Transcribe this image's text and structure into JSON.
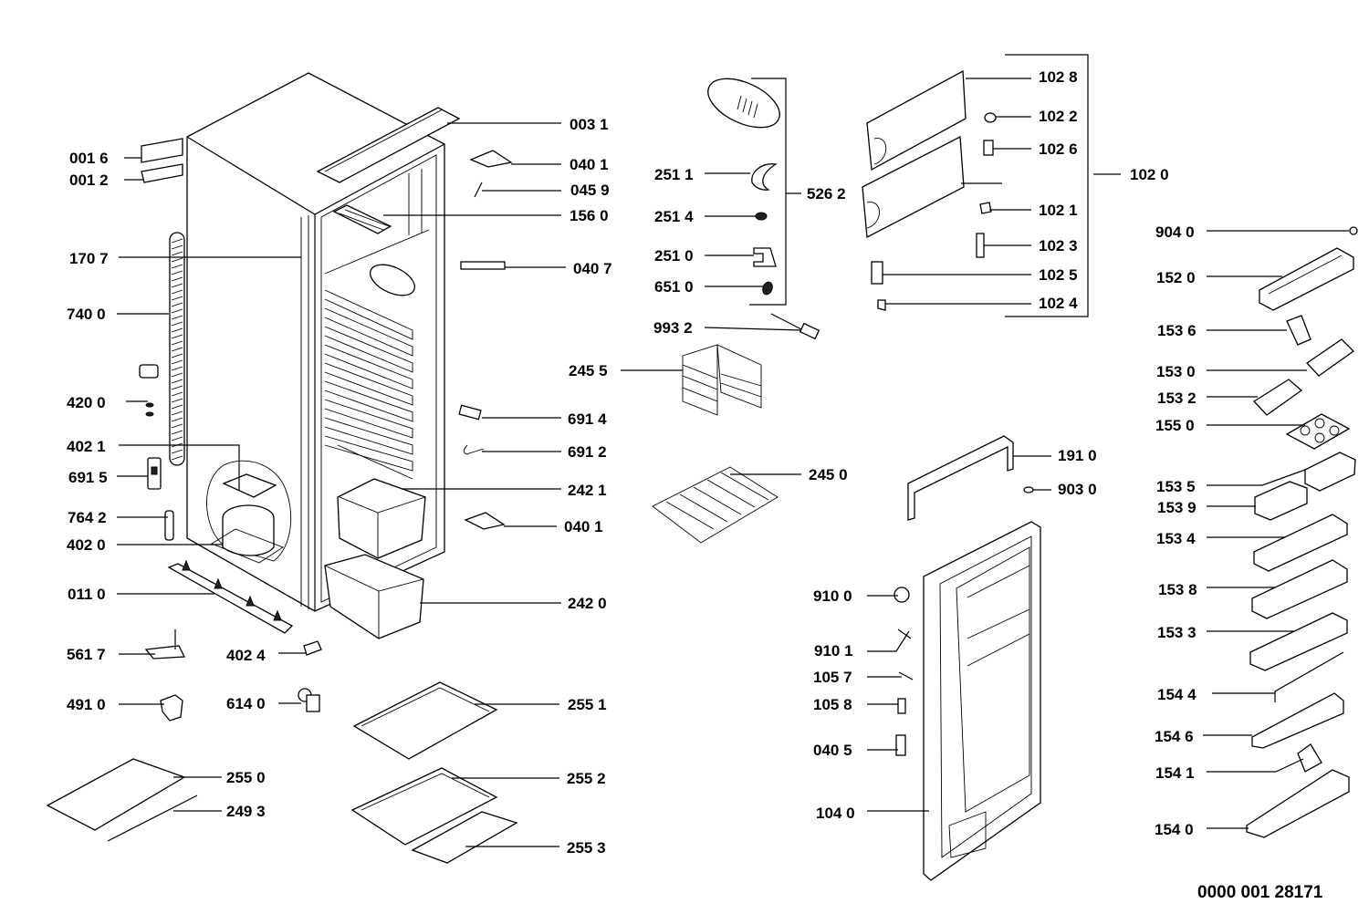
{
  "diagram": {
    "type": "exploded-parts-diagram",
    "subject": "refrigerator",
    "document_number": "0000 001 28171",
    "colors": {
      "ink": "#000000",
      "background": "#ffffff"
    },
    "callouts": [
      {
        "id": "c0016",
        "label": "001 6"
      },
      {
        "id": "c0012",
        "label": "001 2"
      },
      {
        "id": "c1707",
        "label": "170 7"
      },
      {
        "id": "c7400",
        "label": "740 0"
      },
      {
        "id": "c4200",
        "label": "420 0"
      },
      {
        "id": "c4021",
        "label": "402 1"
      },
      {
        "id": "c6915",
        "label": "691 5"
      },
      {
        "id": "c7642",
        "label": "764 2"
      },
      {
        "id": "c4020",
        "label": "402 0"
      },
      {
        "id": "c0110",
        "label": "011 0"
      },
      {
        "id": "c5617",
        "label": "561 7"
      },
      {
        "id": "c4024",
        "label": "402 4"
      },
      {
        "id": "c4910",
        "label": "491 0"
      },
      {
        "id": "c6140",
        "label": "614 0"
      },
      {
        "id": "c2550",
        "label": "255 0"
      },
      {
        "id": "c2493",
        "label": "249 3"
      },
      {
        "id": "c0031",
        "label": "003 1"
      },
      {
        "id": "c0401a",
        "label": "040 1"
      },
      {
        "id": "c0459",
        "label": "045 9"
      },
      {
        "id": "c1560",
        "label": "156 0"
      },
      {
        "id": "c0407",
        "label": "040 7"
      },
      {
        "id": "c2455",
        "label": "245 5"
      },
      {
        "id": "c6914",
        "label": "691 4"
      },
      {
        "id": "c6912",
        "label": "691 2"
      },
      {
        "id": "c2421",
        "label": "242 1"
      },
      {
        "id": "c0401b",
        "label": "040 1"
      },
      {
        "id": "c2420",
        "label": "242 0"
      },
      {
        "id": "c2551",
        "label": "255 1"
      },
      {
        "id": "c2552",
        "label": "255 2"
      },
      {
        "id": "c2553",
        "label": "255 3"
      },
      {
        "id": "c2511",
        "label": "251 1"
      },
      {
        "id": "c2514",
        "label": "251 4"
      },
      {
        "id": "c2510",
        "label": "251 0"
      },
      {
        "id": "c6510",
        "label": "651 0"
      },
      {
        "id": "c5262",
        "label": "526 2"
      },
      {
        "id": "c9932",
        "label": "993 2"
      },
      {
        "id": "c2450",
        "label": "245 0"
      },
      {
        "id": "c1028",
        "label": "102 8"
      },
      {
        "id": "c1022",
        "label": "102 2"
      },
      {
        "id": "c1026",
        "label": "102 6"
      },
      {
        "id": "c1020",
        "label": "102 0"
      },
      {
        "id": "c1021",
        "label": "102 1"
      },
      {
        "id": "c1023",
        "label": "102 3"
      },
      {
        "id": "c1025",
        "label": "102 5"
      },
      {
        "id": "c1024",
        "label": "102 4"
      },
      {
        "id": "c1910",
        "label": "191 0"
      },
      {
        "id": "c9030",
        "label": "903 0"
      },
      {
        "id": "c9100",
        "label": "910 0"
      },
      {
        "id": "c9101",
        "label": "910 1"
      },
      {
        "id": "c1057",
        "label": "105 7"
      },
      {
        "id": "c1058",
        "label": "105 8"
      },
      {
        "id": "c0405",
        "label": "040 5"
      },
      {
        "id": "c1040",
        "label": "104 0"
      },
      {
        "id": "c9040",
        "label": "904 0"
      },
      {
        "id": "c1520",
        "label": "152 0"
      },
      {
        "id": "c1536",
        "label": "153 6"
      },
      {
        "id": "c1530",
        "label": "153 0"
      },
      {
        "id": "c1532",
        "label": "153 2"
      },
      {
        "id": "c1550",
        "label": "155 0"
      },
      {
        "id": "c1535",
        "label": "153 5"
      },
      {
        "id": "c1539",
        "label": "153 9"
      },
      {
        "id": "c1534",
        "label": "153 4"
      },
      {
        "id": "c1538",
        "label": "153 8"
      },
      {
        "id": "c1533",
        "label": "153 3"
      },
      {
        "id": "c1544",
        "label": "154 4"
      },
      {
        "id": "c1546",
        "label": "154 6"
      },
      {
        "id": "c1541",
        "label": "154 1"
      },
      {
        "id": "c1540",
        "label": "154 0"
      }
    ]
  }
}
